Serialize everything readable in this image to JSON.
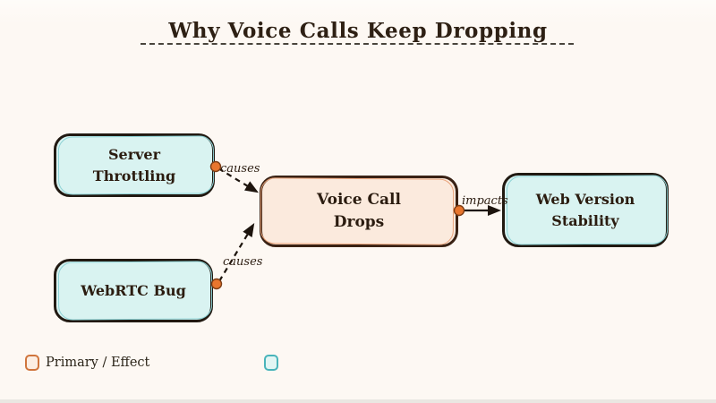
{
  "title": "Why Voice Calls Keep Dropping",
  "nodes": {
    "server_throttling": {
      "label": "Server Throttling",
      "line1": "Server",
      "line2": "Throttling",
      "role": "cause"
    },
    "webrtc_bug": {
      "label": "WebRTC Bug",
      "line1": "WebRTC Bug",
      "role": "cause"
    },
    "voice_call_drops": {
      "label": "Voice Call Drops",
      "line1": "Voice Call",
      "line2": "Drops",
      "role": "primary"
    },
    "web_version_stability": {
      "label": "Web Version Stability",
      "line1": "Web Version",
      "line2": "Stability",
      "role": "effect"
    }
  },
  "edges": [
    {
      "label": "causes",
      "style": "dashed",
      "from": "server_throttling",
      "to": "voice_call_drops"
    },
    {
      "label": "causes",
      "style": "dashed",
      "from": "webrtc_bug",
      "to": "voice_call_drops"
    },
    {
      "label": "impacts",
      "style": "solid",
      "from": "voice_call_drops",
      "to": "web_version_stability"
    }
  ],
  "legend": {
    "items": [
      {
        "label": "Primary / Effect",
        "swatch": "orange"
      },
      {
        "label": "",
        "swatch": "cyan"
      }
    ]
  },
  "colors": {
    "background": "#fdf8f3",
    "ink": "#2b1c10",
    "node_cyan_fill": "#d9f3f1",
    "node_cyan_inner": "#8ed3d6",
    "node_peach_fill": "#fbeadd",
    "node_peach_inner": "#eba57c",
    "border_dark": "#211911",
    "border_brown": "#3a2214",
    "connector_dot": "#e8762e",
    "legend_orange": "#d0753d",
    "legend_cyan": "#49b4ba"
  }
}
